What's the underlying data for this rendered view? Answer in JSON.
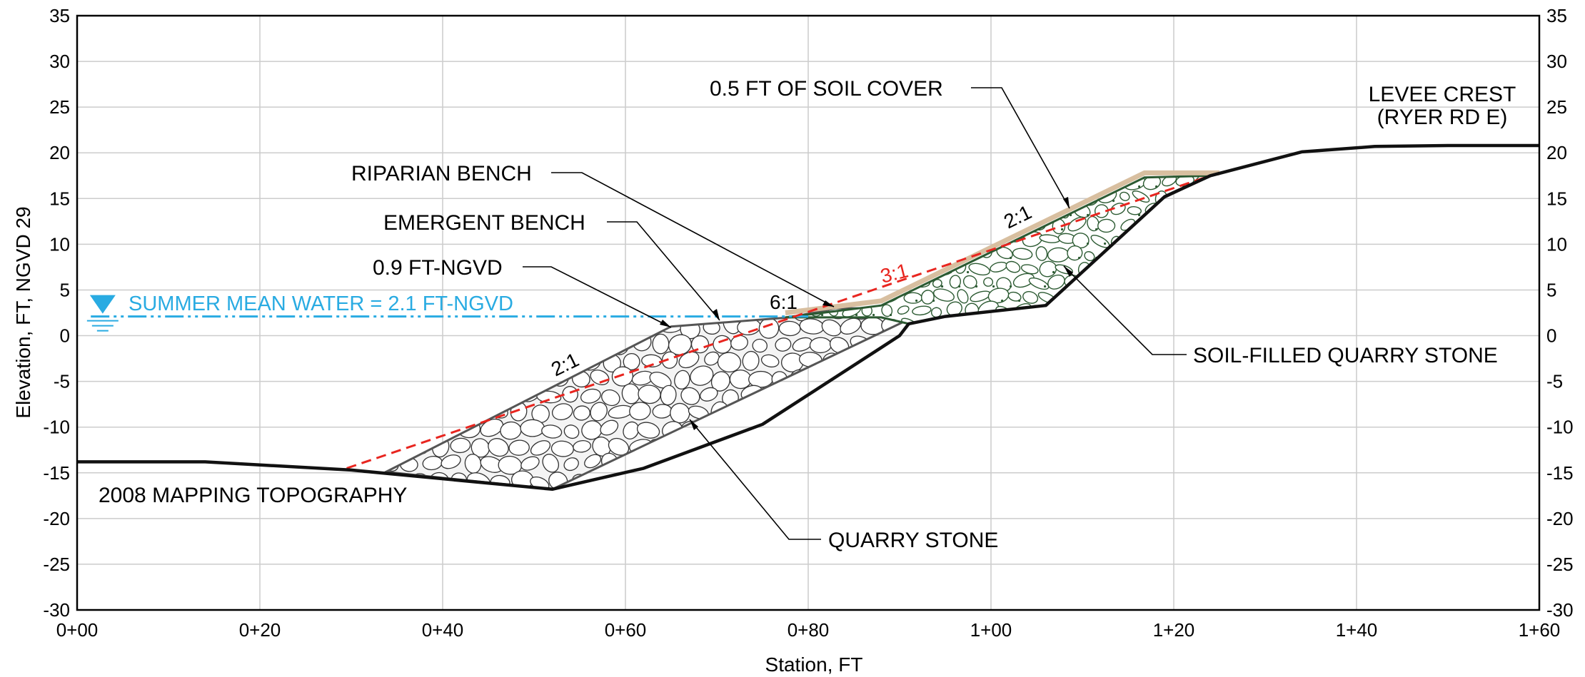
{
  "chart_data": {
    "type": "diagram",
    "title": "",
    "xlabel": "Station, FT",
    "ylabel": "Elevation, FT, NGVD 29",
    "xlim": [
      0,
      160
    ],
    "ylim": [
      -30,
      35
    ],
    "grid": true,
    "x_ticks": [
      {
        "value": 0,
        "label": "0+00"
      },
      {
        "value": 20,
        "label": "0+20"
      },
      {
        "value": 40,
        "label": "0+40"
      },
      {
        "value": 60,
        "label": "0+60"
      },
      {
        "value": 80,
        "label": "0+80"
      },
      {
        "value": 100,
        "label": "1+00"
      },
      {
        "value": 120,
        "label": "1+20"
      },
      {
        "value": 140,
        "label": "1+40"
      },
      {
        "value": 160,
        "label": "1+60"
      }
    ],
    "y_ticks": [
      35,
      30,
      25,
      20,
      15,
      10,
      5,
      0,
      -5,
      -10,
      -15,
      -20,
      -25,
      -30
    ],
    "colors": {
      "water": "#29abe2",
      "design_line": "#e8251f",
      "topography": "#111111",
      "soil_cover": "#d8bfa0",
      "soil_filled_stone": "#2c5a32",
      "quarry_stone": "#555555",
      "grid": "#cccccc"
    },
    "series": [
      {
        "name": "2008 MAPPING TOPOGRAPHY",
        "x": [
          0,
          14,
          30,
          52,
          62,
          75,
          88,
          90,
          91,
          95,
          106,
          119,
          124,
          134,
          142,
          150,
          160
        ],
        "y": [
          -13.8,
          -13.8,
          -14.7,
          -16.8,
          -14.5,
          -9.7,
          -1.3,
          0,
          1.3,
          2.1,
          3.3,
          15.2,
          17.5,
          20.1,
          20.7,
          20.8,
          20.8
        ]
      },
      {
        "name": "3:1",
        "x": [
          29.5,
          124
        ],
        "y": [
          -14.5,
          17.5
        ]
      }
    ],
    "water_level": 2.1,
    "quarry_stone_outline": {
      "x": [
        33.8,
        65,
        78,
        83,
        88,
        90,
        91,
        95,
        106,
        119,
        124,
        52,
        33.8
      ],
      "y": [
        -14.9,
        1.0,
        2.0,
        3.0,
        3.0,
        2.3,
        1.3,
        2.1,
        3.3,
        15.2,
        17.5,
        -16.8,
        -14.9
      ]
    },
    "soil_filled_stone_outline": {
      "x": [
        77.5,
        88,
        116.8,
        124,
        119,
        106,
        95,
        91,
        88,
        77.5
      ],
      "y": [
        2.0,
        3.3,
        17.3,
        17.5,
        15.2,
        3.3,
        2.1,
        1.3,
        2.0,
        2.0
      ]
    },
    "soil_cover": {
      "x": [
        77.5,
        88,
        116.8,
        125
      ],
      "y": [
        2.5,
        3.8,
        17.8,
        17.8
      ]
    },
    "annotations": [
      {
        "text": "SUMMER MEAN WATER = 2.1 FT-NGVD"
      },
      {
        "text": "0.9 FT-NGVD"
      },
      {
        "text": "EMERGENT BENCH"
      },
      {
        "text": "RIPARIAN BENCH"
      },
      {
        "text": "0.5 FT OF SOIL COVER"
      },
      {
        "text": "LEVEE CREST"
      },
      {
        "text": "(RYER RD E)"
      },
      {
        "text": "SOIL-FILLED QUARRY STONE"
      },
      {
        "text": "QUARRY STONE"
      },
      {
        "text": "2008 MAPPING TOPOGRAPHY"
      }
    ],
    "slope_labels": [
      "2:1",
      "6:1",
      "3:1",
      "2:1"
    ]
  }
}
